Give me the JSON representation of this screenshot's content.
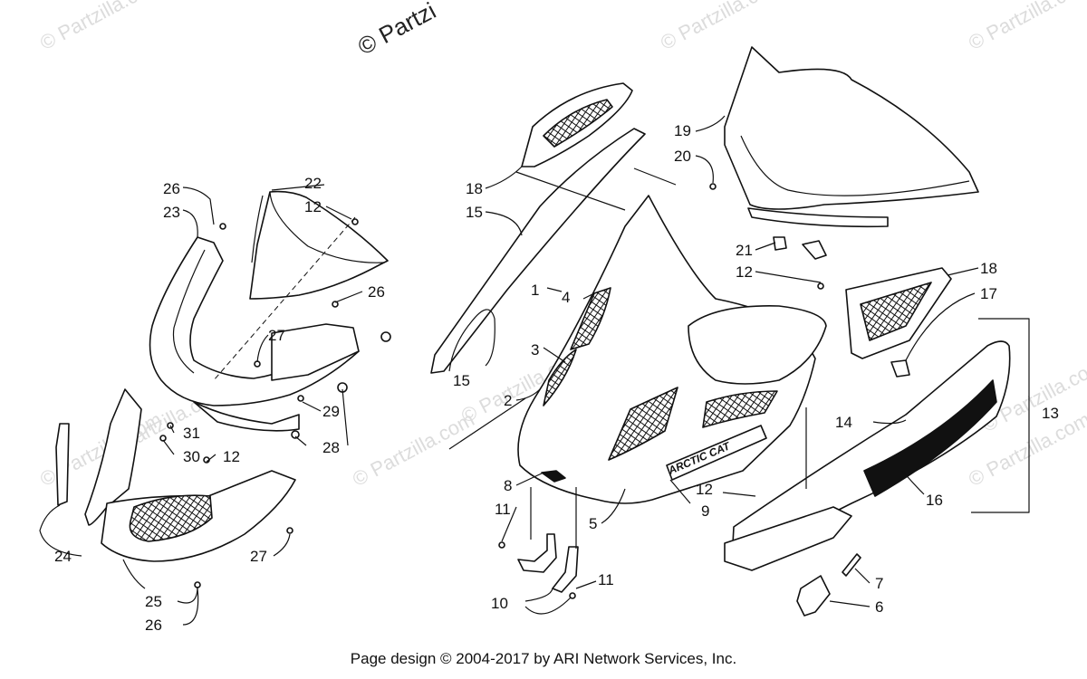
{
  "watermark": "© Partzilla.com",
  "watermark_top": "© Partzi",
  "footer": "Page design © 2004-2017 by ARI Network Services, Inc.",
  "decal_text": "ARCTIC CAT",
  "callouts": {
    "c1": "1",
    "c2": "2",
    "c3": "3",
    "c4": "4",
    "c5": "5",
    "c6": "6",
    "c7": "7",
    "c8": "8",
    "c9": "9",
    "c10": "10",
    "c11a": "11",
    "c11b": "11",
    "c12a": "12",
    "c12b": "12",
    "c12c": "12",
    "c12d": "12",
    "c13": "13",
    "c14": "14",
    "c15a": "15",
    "c15b": "15",
    "c16": "16",
    "c17": "17",
    "c18a": "18",
    "c18b": "18",
    "c19": "19",
    "c20": "20",
    "c21": "21",
    "c22": "22",
    "c23": "23",
    "c24": "24",
    "c25": "25",
    "c26a": "26",
    "c26b": "26",
    "c26c": "26",
    "c27a": "27",
    "c27b": "27",
    "c28": "28",
    "c29": "29",
    "c30": "30",
    "c31": "31"
  }
}
